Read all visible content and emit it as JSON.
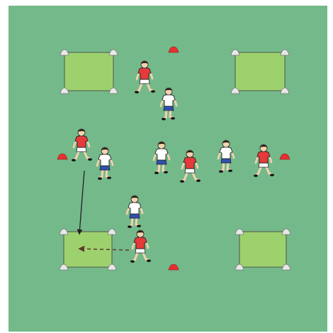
{
  "diagram": {
    "colors": {
      "pitch": "#74b98a",
      "square_fill": "#9dd16e",
      "square_border": "#5a6a50",
      "cone_white": "#e8e8e8",
      "cone_red": "#e83030",
      "team_red_shirt": "#e63a3a",
      "team_white_shirt": "#ffffff",
      "shorts_white": "#ffffff",
      "shorts_blue": "#3050b0",
      "skin": "#f3d3b0",
      "hair": "#2a1a10",
      "pass_line": "#202020",
      "dribble_line": "#5b3a2a"
    },
    "elements": {
      "target_squares": [
        "top-left",
        "top-right",
        "bottom-left",
        "bottom-right"
      ],
      "red_cones": [
        "top",
        "left",
        "right",
        "bottom"
      ],
      "players": [
        {
          "team": "red",
          "shorts": "white"
        },
        {
          "team": "white",
          "shorts": "blue"
        },
        {
          "team": "red",
          "shorts": "white"
        },
        {
          "team": "white",
          "shorts": "blue"
        },
        {
          "team": "white",
          "shorts": "blue"
        },
        {
          "team": "red",
          "shorts": "white"
        },
        {
          "team": "white",
          "shorts": "blue"
        },
        {
          "team": "red",
          "shorts": "white"
        },
        {
          "team": "white",
          "shorts": "blue"
        },
        {
          "team": "red",
          "shorts": "white"
        }
      ],
      "arrows": [
        {
          "kind": "pass",
          "style": "solid"
        },
        {
          "kind": "dribble",
          "style": "dashed"
        }
      ]
    }
  }
}
